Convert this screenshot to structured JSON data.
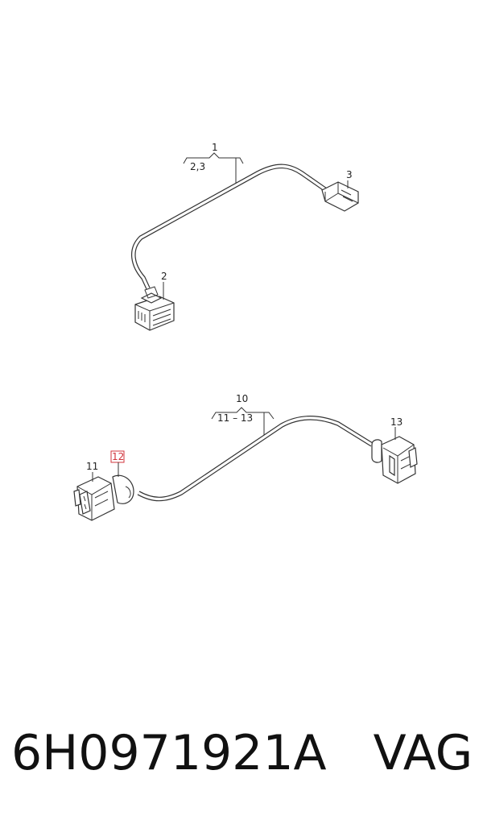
{
  "callouts": {
    "c1": "1",
    "c1_sub": "2,3",
    "c2": "2",
    "c3": "3",
    "c10": "10",
    "c10_sub": "11 – 13",
    "c11": "11",
    "c12": "12",
    "c13": "13"
  },
  "footer": {
    "part_number": "6H0971921A",
    "brand": "VAG"
  },
  "colors": {
    "line": "#333333",
    "highlight": "#d0343c",
    "background": "#ffffff"
  }
}
